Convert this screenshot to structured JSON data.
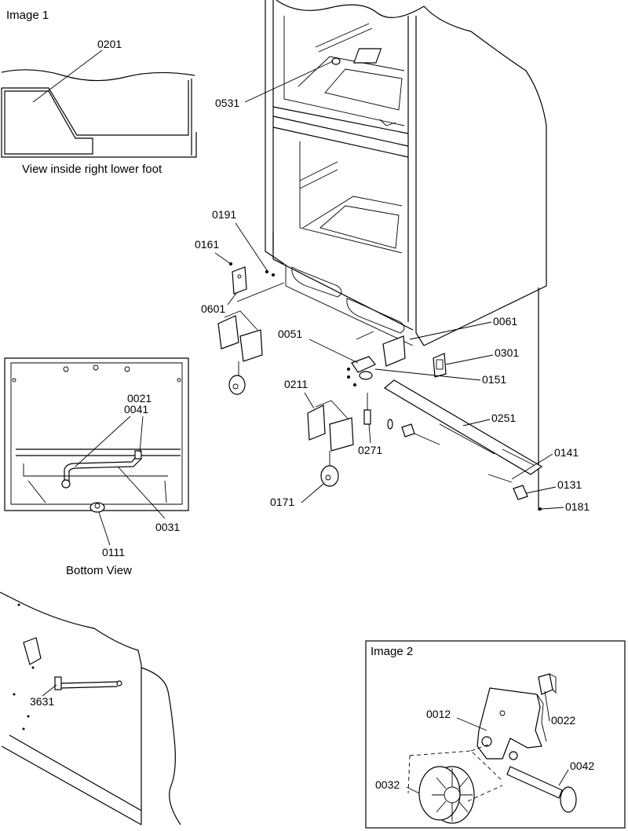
{
  "panels": {
    "image1_title": "Image 1",
    "image1_caption": "View inside right lower foot",
    "bottom_caption": "Bottom View",
    "image2_title": "Image 2"
  },
  "parts": {
    "p0201": "0201",
    "p0531": "0531",
    "p0191": "0191",
    "p0161": "0161",
    "p0601": "0601",
    "p0061": "0061",
    "p0051": "0051",
    "p0301": "0301",
    "p0151": "0151",
    "p0211": "0211",
    "p0251": "0251",
    "p0271": "0271",
    "p0141": "0141",
    "p0131": "0131",
    "p0171": "0171",
    "p0181": "0181",
    "p0021": "0021",
    "p0041": "0041",
    "p0031": "0031",
    "p0111": "0111",
    "p3631": "3631",
    "p0012": "0012",
    "p0022": "0022",
    "p0032": "0032",
    "p0042": "0042"
  }
}
